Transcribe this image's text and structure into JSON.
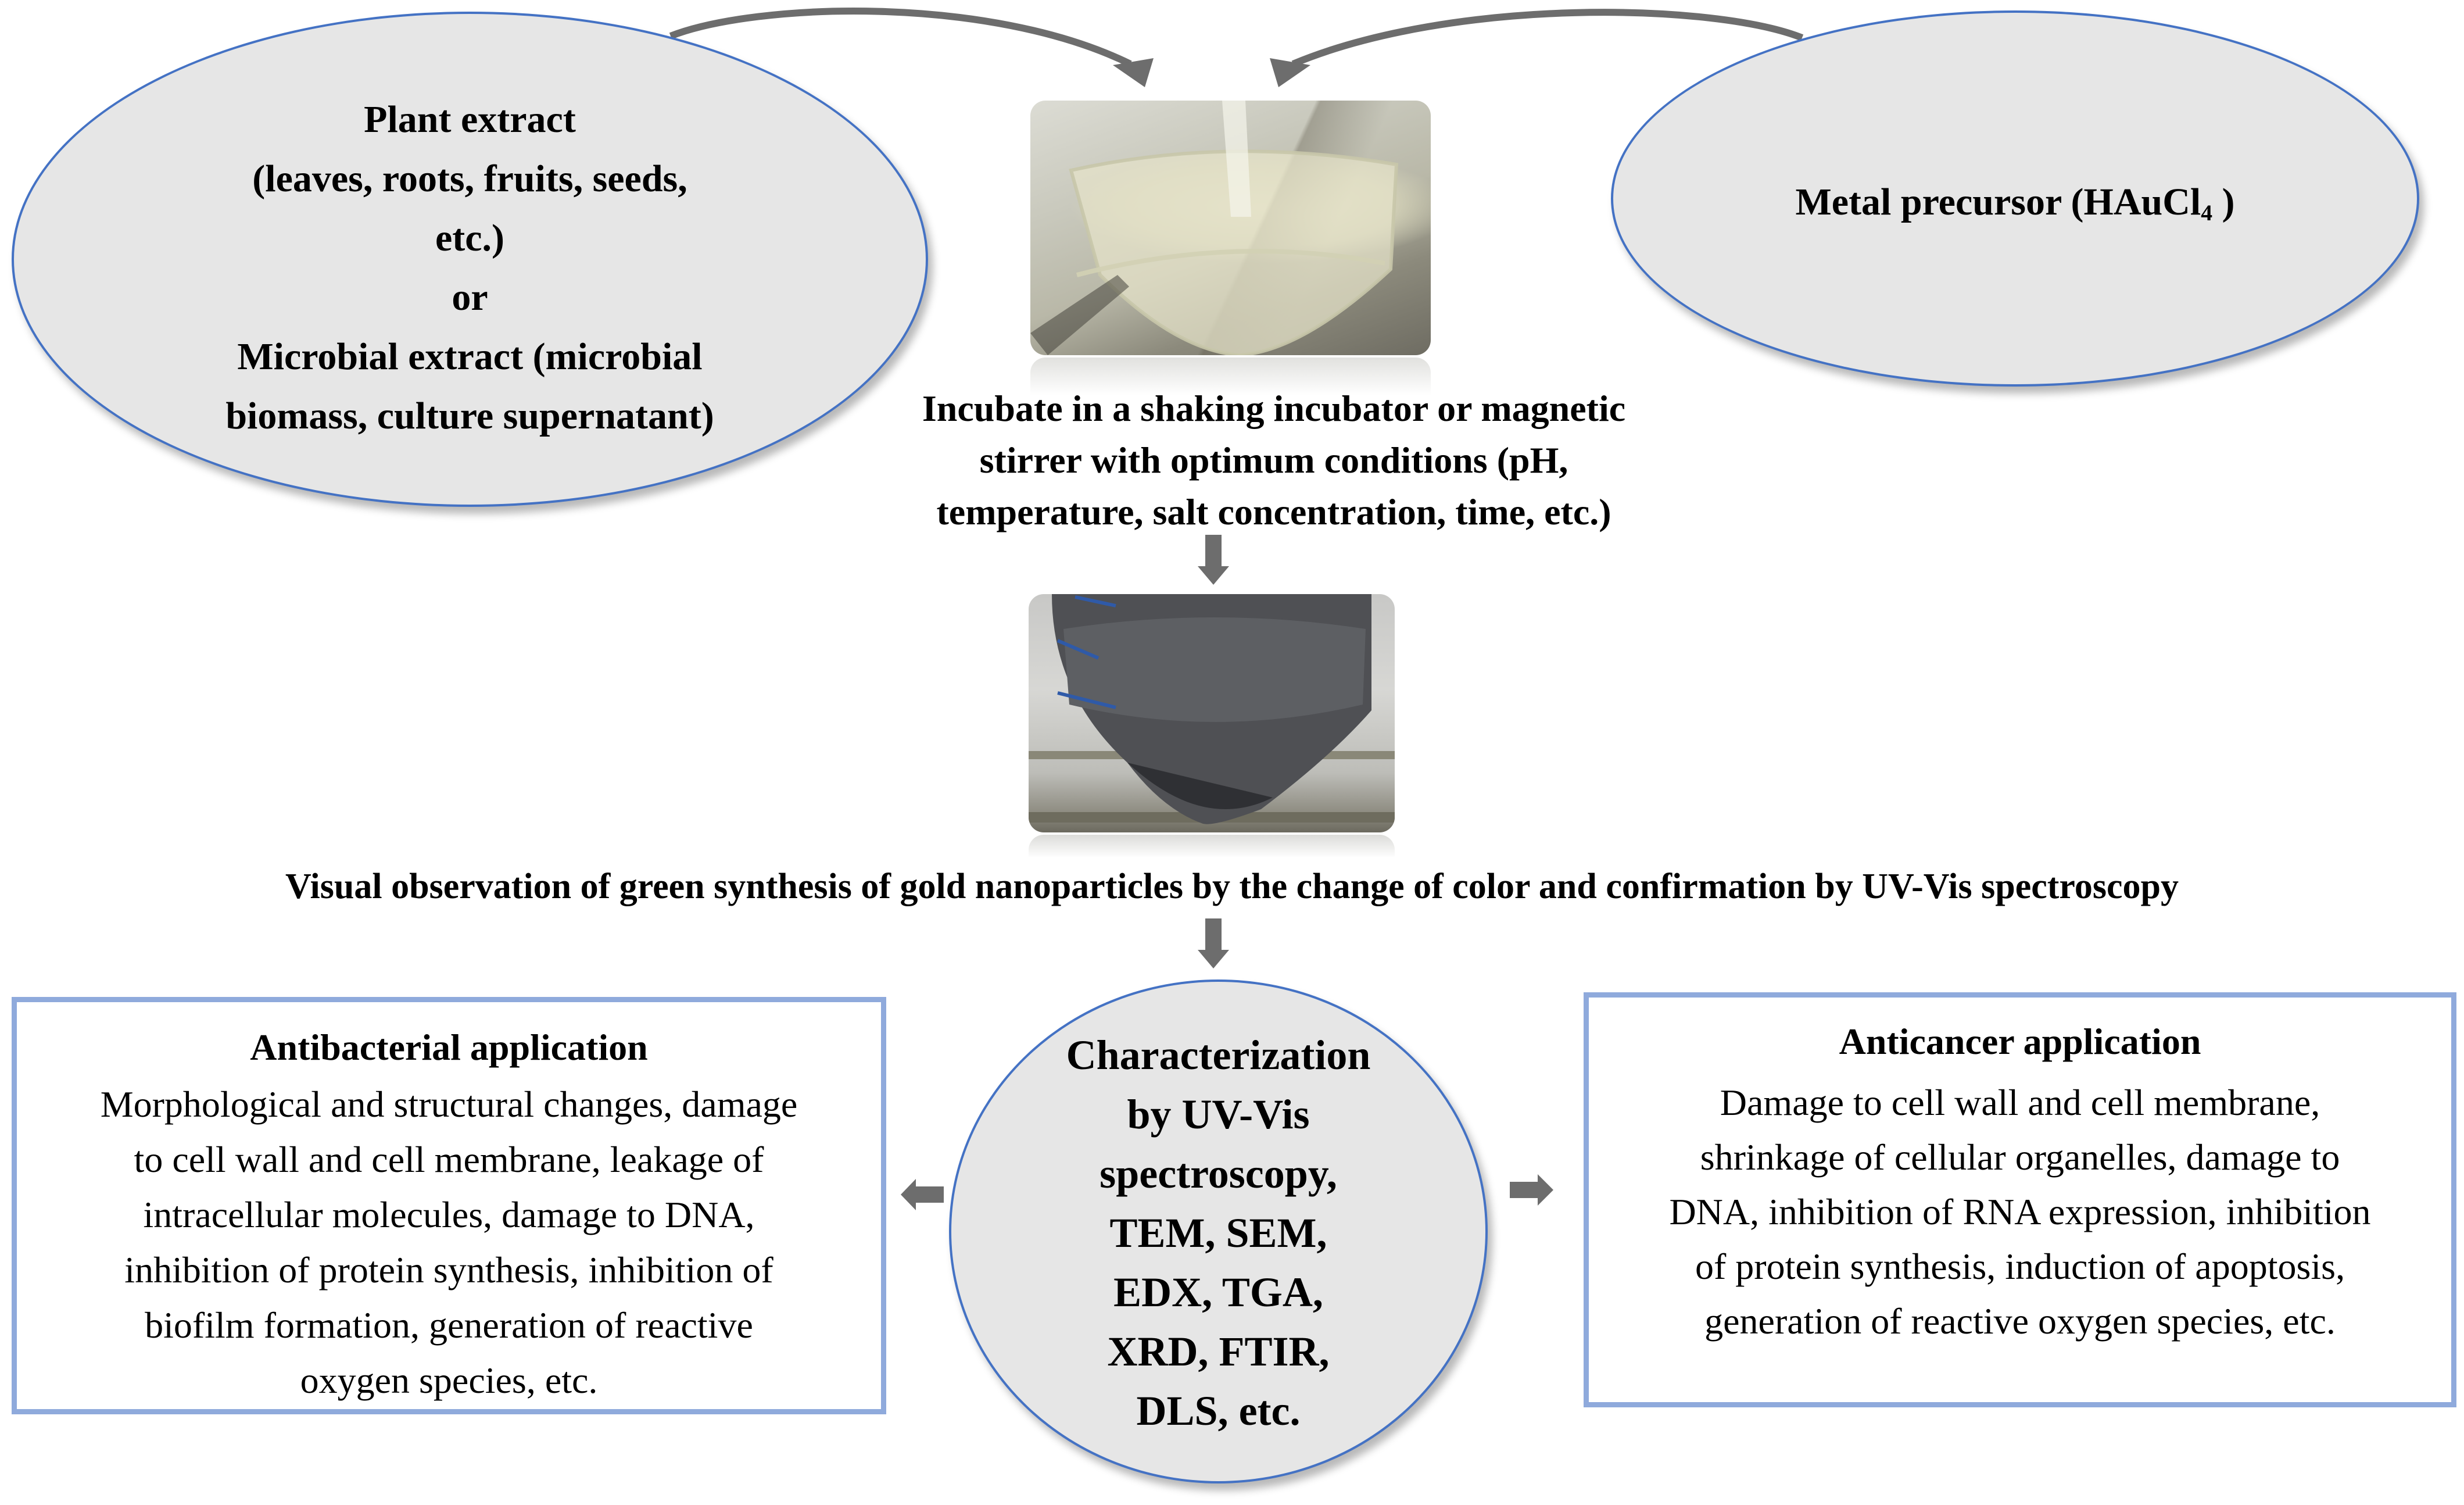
{
  "diagram": {
    "title": "Green synthesis of gold nanoparticles workflow",
    "inputs": {
      "plant_extract": {
        "lines": [
          "Plant extract",
          "(leaves, roots, fruits, seeds,",
          "etc.)",
          "or",
          "Microbial extract (microbial",
          "biomass, culture supernatant)"
        ]
      },
      "metal_precursor": {
        "label": "Metal precursor (HAuCl",
        "subscript": "4",
        "suffix": " )"
      }
    },
    "steps": {
      "incubation": {
        "image_alt": "Conical tube with pale yellow mixture",
        "lines": [
          "Incubate in a shaking incubator or magnetic",
          "stirrer with optimum conditions (pH,",
          "temperature, salt concentration, time, etc.)"
        ]
      },
      "observation": {
        "image_alt": "Conical tube with dark gold nanoparticle suspension",
        "text": "Visual observation of green synthesis of gold nanoparticles by the change of color and confirmation by UV-Vis spectroscopy"
      },
      "characterization": {
        "lines": [
          "Characterization",
          "by UV-Vis",
          "spectroscopy,",
          "TEM, SEM,",
          "EDX, TGA,",
          "XRD, FTIR,",
          "DLS, etc."
        ]
      }
    },
    "applications": {
      "antibacterial": {
        "title": "Antibacterial application",
        "lines": [
          "Morphological and structural changes, damage",
          "to cell wall and cell membrane, leakage of",
          "intracellular molecules, damage to DNA,",
          "inhibition of protein synthesis, inhibition of",
          "biofilm formation, generation of reactive",
          "oxygen species, etc."
        ]
      },
      "anticancer": {
        "title": "Anticancer application",
        "lines": [
          "Damage to cell wall and cell membrane,",
          "shrinkage of cellular organelles, damage to",
          "DNA, inhibition of RNA expression, inhibition",
          "of protein synthesis, induction of apoptosis,",
          "generation of reactive oxygen species, etc."
        ]
      }
    },
    "colors": {
      "shape_fill": "#e6e6e6",
      "ellipse_border": "#4472c4",
      "box_border": "#8faadc",
      "arrow": "#6d6d6d"
    }
  }
}
